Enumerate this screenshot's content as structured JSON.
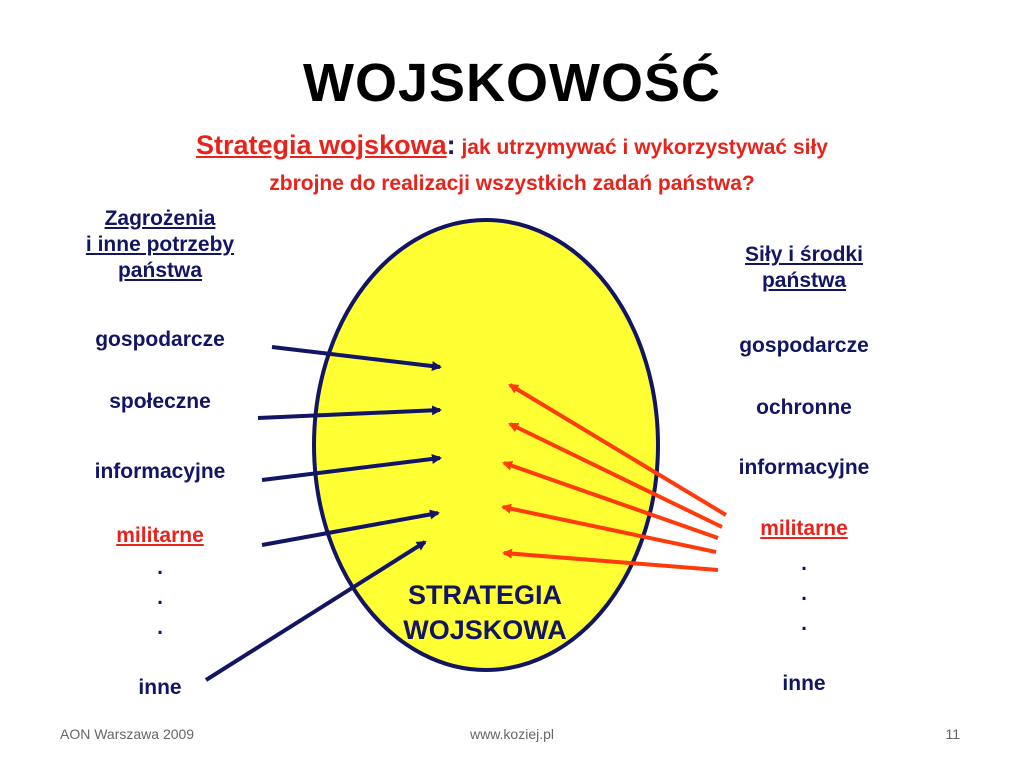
{
  "title": "WOJSKOWOŚĆ",
  "subtitle": {
    "lead": "Strategia wojskowa",
    "colon": ":",
    "rest_line1": " jak utrzymywać i wykorzystywać siły",
    "rest_line2": "zbrojne do realizacji wszystkich zadań państwa?"
  },
  "left": {
    "header": [
      "Zagrożenia",
      "i  inne potrzeby",
      "państwa"
    ],
    "items": [
      "gospodarcze",
      "społeczne",
      "informacyjne",
      "militarne",
      "inne"
    ],
    "dots": [
      ".",
      ".",
      "."
    ]
  },
  "right": {
    "header": [
      "Siły i środki",
      "państwa"
    ],
    "items": [
      "gospodarcze",
      "ochronne",
      "informacyjne",
      "militarne",
      "inne"
    ],
    "dots": [
      ".",
      ".",
      "."
    ]
  },
  "center": {
    "line1": "STRATEGIA",
    "line2": "WOJSKOWA"
  },
  "footer": {
    "left": "AON Warszawa 2009",
    "center": "www.koziej.pl",
    "right": "11"
  },
  "colors": {
    "ellipse_fill": "#ffff33",
    "ellipse_stroke": "#111563",
    "navy": "#111563",
    "red": "#e8231c",
    "orange_arrow": "#ff3b0a"
  }
}
